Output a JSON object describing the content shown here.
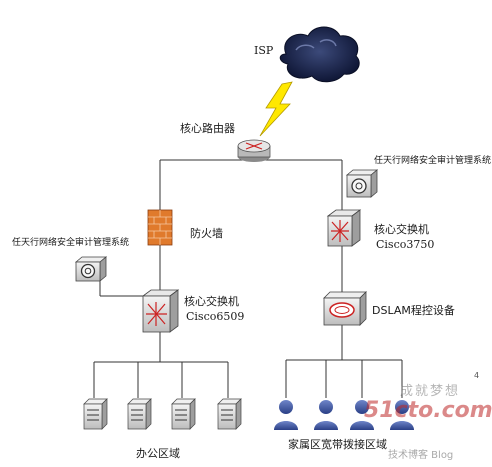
{
  "labels": {
    "isp": "ISP",
    "core_router": "核心路由器",
    "firewall": "防火墙",
    "audit_left": "任天行网络安全审计管理系统",
    "audit_right": "任天行网络安全审计管理系统",
    "core_switch_left": "核心交换机",
    "core_switch_left_model": "Cisco6509",
    "core_switch_right": "核心交换机",
    "core_switch_right_model": "Cisco3750",
    "dslam": "DSLAM程控设备",
    "office_area": "办公区域",
    "home_area": "家属区宽带拨接区域"
  },
  "watermark": {
    "logo": "51cto.com",
    "slogan": "成就梦想",
    "site": "技术博客 Blog"
  }
}
